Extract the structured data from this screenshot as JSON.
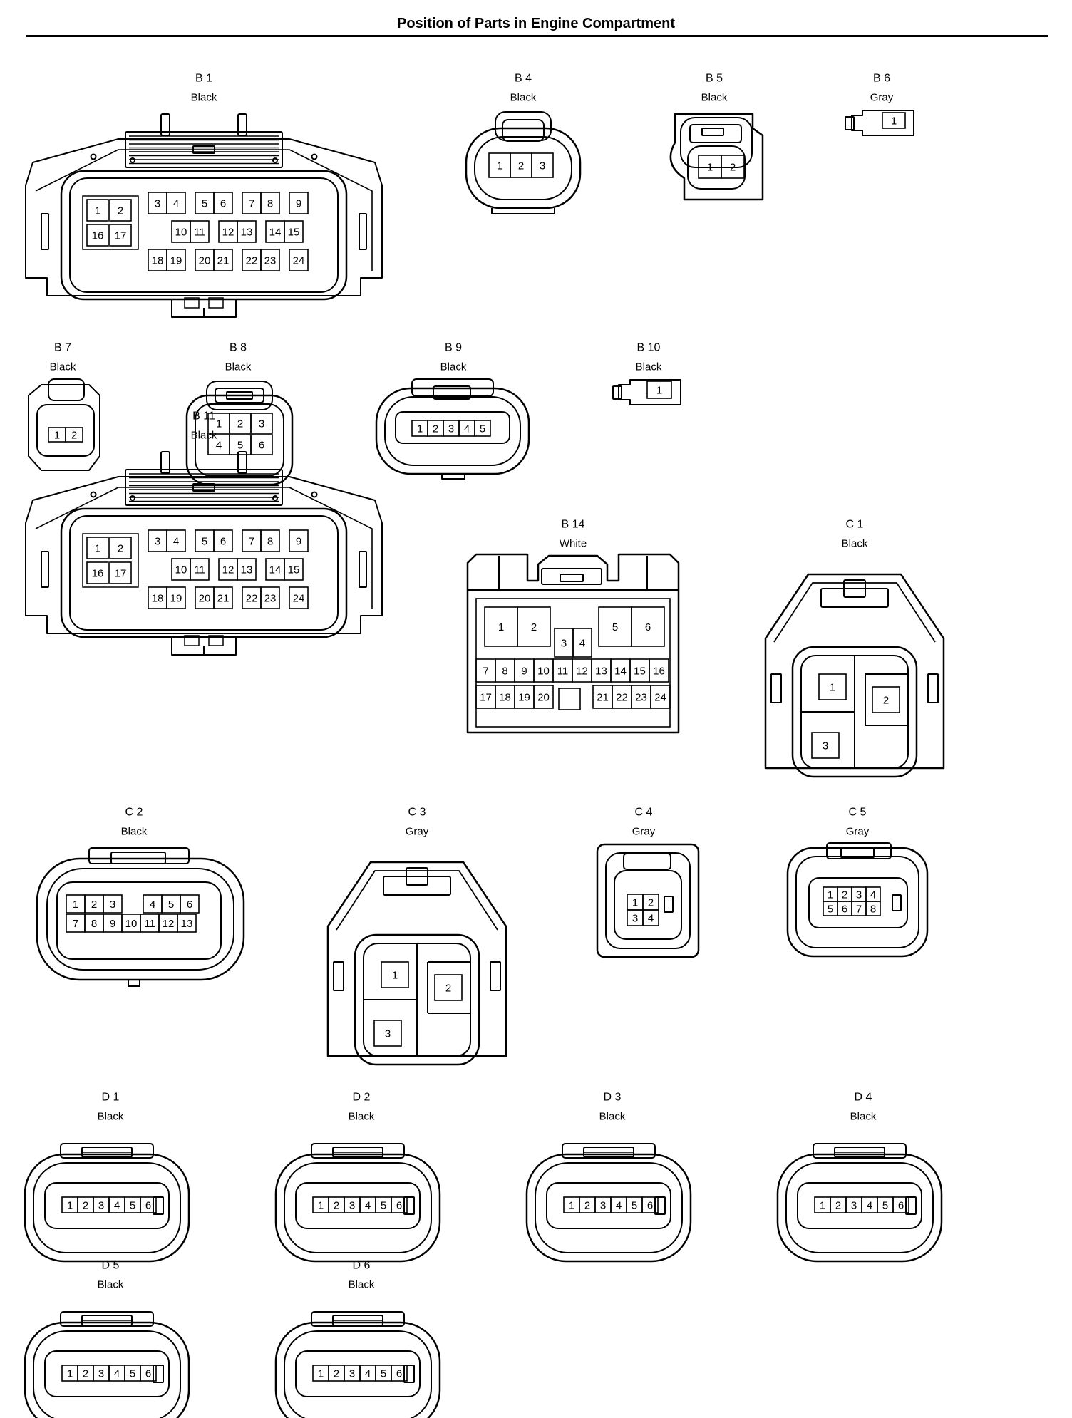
{
  "title": "Position of Parts in Engine Compartment",
  "connectors": [
    {
      "id": "B 1",
      "color": "Black",
      "pins": [
        "1",
        "2",
        "3",
        "4",
        "5",
        "6",
        "7",
        "8",
        "9",
        "10",
        "11",
        "12",
        "13",
        "14",
        "15",
        "16",
        "17",
        "18",
        "19",
        "20",
        "21",
        "22",
        "23",
        "24"
      ]
    },
    {
      "id": "B 4",
      "color": "Black",
      "pins": [
        "1",
        "2",
        "3"
      ]
    },
    {
      "id": "B 5",
      "color": "Black",
      "pins": [
        "1",
        "2"
      ]
    },
    {
      "id": "B 6",
      "color": "Gray",
      "pins": [
        "1"
      ]
    },
    {
      "id": "B 7",
      "color": "Black",
      "pins": [
        "1",
        "2"
      ]
    },
    {
      "id": "B 8",
      "color": "Black",
      "pins": [
        "1",
        "2",
        "3",
        "4",
        "5",
        "6"
      ]
    },
    {
      "id": "B 9",
      "color": "Black",
      "pins": [
        "1",
        "2",
        "3",
        "4",
        "5"
      ]
    },
    {
      "id": "B 10",
      "color": "Black",
      "pins": [
        "1"
      ]
    },
    {
      "id": "B 11",
      "color": "Black",
      "pins": [
        "1",
        "2",
        "3",
        "4",
        "5",
        "6",
        "7",
        "8",
        "9",
        "10",
        "11",
        "12",
        "13",
        "14",
        "15",
        "16",
        "17",
        "18",
        "19",
        "20",
        "21",
        "22",
        "23",
        "24"
      ]
    },
    {
      "id": "B 14",
      "color": "White",
      "pins": [
        "1",
        "2",
        "3",
        "4",
        "5",
        "6",
        "7",
        "8",
        "9",
        "10",
        "11",
        "12",
        "13",
        "14",
        "15",
        "16",
        "17",
        "18",
        "19",
        "20",
        "21",
        "22",
        "23",
        "24"
      ]
    },
    {
      "id": "C 1",
      "color": "Black",
      "pins": [
        "1",
        "2",
        "3"
      ]
    },
    {
      "id": "C 2",
      "color": "Black",
      "pins": [
        "1",
        "2",
        "3",
        "4",
        "5",
        "6",
        "7",
        "8",
        "9",
        "10",
        "11",
        "12",
        "13"
      ]
    },
    {
      "id": "C 3",
      "color": "Gray",
      "pins": [
        "1",
        "2",
        "3"
      ]
    },
    {
      "id": "C 4",
      "color": "Gray",
      "pins": [
        "1",
        "2",
        "3",
        "4"
      ]
    },
    {
      "id": "C 5",
      "color": "Gray",
      "pins": [
        "1",
        "2",
        "3",
        "4",
        "5",
        "6",
        "7",
        "8"
      ]
    },
    {
      "id": "D 1",
      "color": "Black",
      "pins": [
        "1",
        "2",
        "3",
        "4",
        "5",
        "6"
      ]
    },
    {
      "id": "D 2",
      "color": "Black",
      "pins": [
        "1",
        "2",
        "3",
        "4",
        "5",
        "6"
      ]
    },
    {
      "id": "D 3",
      "color": "Black",
      "pins": [
        "1",
        "2",
        "3",
        "4",
        "5",
        "6"
      ]
    },
    {
      "id": "D 4",
      "color": "Black",
      "pins": [
        "1",
        "2",
        "3",
        "4",
        "5",
        "6"
      ]
    },
    {
      "id": "D 5",
      "color": "Black",
      "pins": [
        "1",
        "2",
        "3",
        "4",
        "5",
        "6"
      ]
    },
    {
      "id": "D 6",
      "color": "Black",
      "pins": [
        "1",
        "2",
        "3",
        "4",
        "5",
        "6"
      ]
    }
  ]
}
